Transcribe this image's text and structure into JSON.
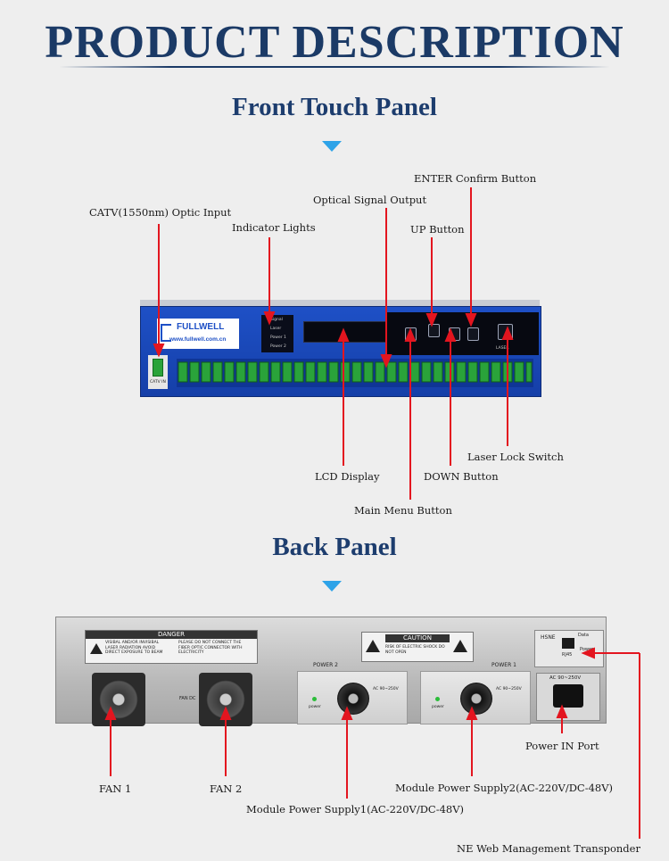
{
  "page_title": "PRODUCT DESCRIPTION",
  "front": {
    "heading": "Front Touch Panel",
    "labels": {
      "catv_input": "CATV(1550nm) Optic Input",
      "indicator_lights": "Indicator Lights",
      "optical_output": "Optical Signal Output",
      "enter_button": "ENTER Confirm Button",
      "up_button": "UP Button",
      "lcd_display": "LCD Display",
      "down_button": "DOWN Button",
      "laser_lock": "Laser Lock Switch",
      "main_menu": "Main Menu Button"
    },
    "panel": {
      "brand": "FULLWELL",
      "url": "www.fullwell.com.cn",
      "indicators": [
        "Signal",
        "Laser",
        "Power 1",
        "Power 2"
      ],
      "catv_port": "CATV IN",
      "laser_label": "LASER",
      "buttons": [
        "MENU",
        "UP",
        "DOWN",
        "ENTER"
      ]
    }
  },
  "back": {
    "heading": "Back Panel",
    "labels": {
      "fan1": "FAN 1",
      "fan2": "FAN 2",
      "psu1": "Module Power Supply1(AC-220V/DC-48V)",
      "psu2": "Module Power Supply2(AC-220V/DC-48V)",
      "power_in": "Power IN Port",
      "ne_web": "NE Web Management Transponder"
    },
    "panel": {
      "danger_title": "DANGER",
      "danger_left": "VISIBAL AND/OR INVISIBAL LASER RADIATION AVOID DIRECT EXPOSURE TO BEAM",
      "danger_right": "PLEASE DO NOT CONNECT THE FIBER OPTIC CONNECTOR WITH ELECTRICITY",
      "caution_title": "CAUTION",
      "caution_text": "RISK OF ELECTRIC SHOCK DO NOT OPEN",
      "power2_label": "POWER 2",
      "power1_label": "POWER 1",
      "psu_rating": "AC 90~250V",
      "power_led": "power",
      "fan_dc": "FAN DC",
      "hsne": "HSNE",
      "rj45": "RJ45",
      "data": "Data",
      "power_word": "Power",
      "ac_in": "AC 90~250V"
    }
  },
  "colors": {
    "title": "#1b3a66",
    "callout_line": "#e3151f",
    "arrow": "#2ea3e8",
    "panel_blue": "#1e50c6"
  }
}
